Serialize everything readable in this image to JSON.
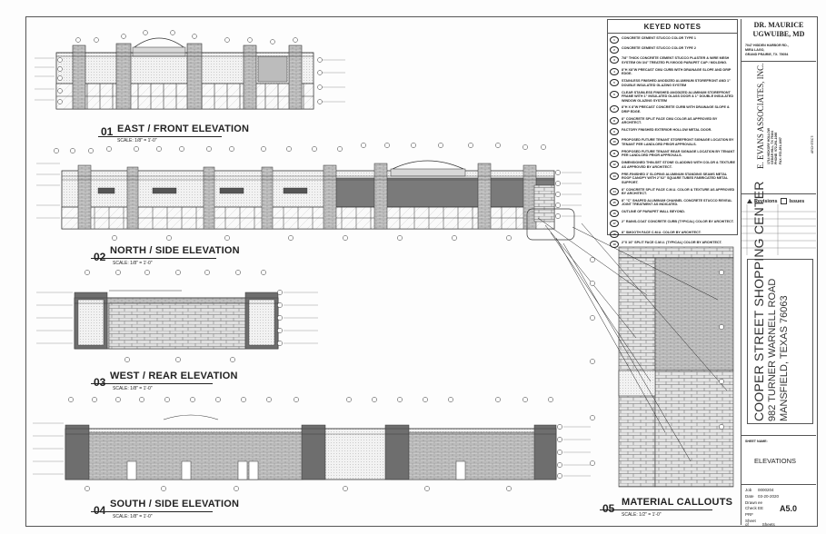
{
  "keyed_notes": {
    "title": "KEYED NOTES",
    "items": [
      {
        "num": "1",
        "text": "CONCRETE CEMENT STUCCO COLOR TYPE 1"
      },
      {
        "num": "2",
        "text": "CONCRETE CEMENT STUCCO COLOR TYPE 2"
      },
      {
        "num": "3",
        "text": "7/8\" THICK CONCRETE CEMENT STUCCO PLASTER & WIRE MESH SYSTEM ON 3/4\" TREATED PLYWOOD PARAPET CAP / MOLDING."
      },
      {
        "num": "4",
        "text": "8\"H X8\"W PRECAST CMU CURB WITH DRAINAGE SLOPE AND DRIP EDGE."
      },
      {
        "num": "5",
        "text": "STAINLESS FINISHED ANODIZED ALUMINUM STOREFRONT AND 1\" DOUBLE INSULATED GLAZING SYSTEM"
      },
      {
        "num": "6",
        "text": "CLEAR STAINLESS FINISHED ANODIZED ALUMINUM STOREFRONT FRAME WITH 1\" INSULATED GLASS DOOR & 1\" DOUBLE INSULATED WINDOW GLAZING SYSTEM"
      },
      {
        "num": "7",
        "text": "8\"H X 8\"W PRECAST CONCRETE CURB WITH DRAINAGE SLOPE & DRIP EDGE."
      },
      {
        "num": "8",
        "text": "8\" CONCRETE SPLIT FACE CMU COLOR AS APPROVED BY ARCHITECT."
      },
      {
        "num": "9",
        "text": "FACTORY FINISHED EXTERIOR HOLLOW METAL DOOR."
      },
      {
        "num": "10",
        "text": "PROPOSED FUTURE TENANT STOREFRONT SIGNAGE LOCATION BY TENANT PER LANDLORD PRIOR APPROVALS."
      },
      {
        "num": "11",
        "text": "PROPOSED FUTURE TENANT REAR SIGNAGE LOCATION BY TENANT PER LANDLORD PRIOR APPROVALS."
      },
      {
        "num": "12",
        "text": "DIMENSIONED THIN-SET STONE CLADDING WITH COLOR & TEXTURE AS APPROVED BY ARCHITECT."
      },
      {
        "num": "13",
        "text": "PRE-FINISHED 3' SLOPING ALUMINUM STANDING SEAMS METAL ROOF CANOPY WITH 2\"X2\" SQUARE TUBES FABRICATED METAL SUPPORT."
      },
      {
        "num": "14",
        "text": "8\" CONCRETE SPLIT FACE C.M.U. COLOR & TEXTURE AS APPROVED BY ARCHITECT."
      },
      {
        "num": "15",
        "text": "8\" \"C\" SHAPED ALUMINUM CHANNEL CONCRETE STUCCO REVEAL JOINT TREATMENT AS INDICATED."
      },
      {
        "num": "16",
        "text": "OUTLINE OF PARAPET WALL BEYOND."
      },
      {
        "num": "17",
        "text": "2\" RAINS-COAT CONCRETE CURB (TYPICAL) COLOR BY ARCHITECT."
      },
      {
        "num": "18",
        "text": "8\" SMOOTH FACE C.M.U. COLOR BY ARCHITECT."
      },
      {
        "num": "19",
        "text": "2\"X 16\" SPLIT FACE C.M.U. (TYPICAL) COLOR BY ARCHITECT."
      }
    ]
  },
  "title_block": {
    "client_name": "DR. MAURICE UGWUIBE, MD",
    "client_address": [
      "7047 HIDDEN HARBOR RD.,",
      "MIRA LAGO,",
      "GRAND PRAIRIE, TX. 75054"
    ],
    "firm_name": "E. EVANS ASSOCIATES, INC.",
    "firm_address": [
      "1714 HICKORY HOLLOW",
      "CEDAR HILL, TX 75104",
      "PHONE: 972-291-1066",
      "FAX: 972-291-1067"
    ],
    "architect_label": "ARCHITECT:",
    "revisions_label": "Revisions",
    "issues_label": "Issues",
    "project_line1": "COOPER STREET SHOPPING CENTER",
    "project_line2": "982 TURNER WARNELL ROAD",
    "project_line3": "MANSFIELD, TEXAS 76063",
    "sheet_name_label": "SHEET NAME:",
    "sheet_name": "ELEVATIONS",
    "info": [
      {
        "k": "Job",
        "v": "0000204"
      },
      {
        "k": "Date",
        "v": "03-20-2020"
      },
      {
        "k": "Drawn",
        "v": "ee"
      },
      {
        "k": "Check",
        "v": "EE"
      },
      {
        "k": "PRF",
        "v": ""
      }
    ],
    "sheet_label": "Sheet",
    "sheet_number": "A5.0",
    "sheets_of_label": "of",
    "sheets_label": "Sheets"
  },
  "views": [
    {
      "num": "01",
      "title": "EAST / FRONT ELEVATION",
      "scale": "SCALE: 1/8\" = 1'-0\""
    },
    {
      "num": "02",
      "title": "NORTH / SIDE ELEVATION",
      "scale": "SCALE: 1/8\" = 1'-0\""
    },
    {
      "num": "03",
      "title": "WEST / REAR ELEVATION",
      "scale": "SCALE: 1/8\" = 1'-0\""
    },
    {
      "num": "04",
      "title": "SOUTH / SIDE ELEVATION",
      "scale": "SCALE: 1/8\" = 1'-0\""
    },
    {
      "num": "05",
      "title": "MATERIAL CALLOUTS",
      "scale": "SCALE: 1/2\" = 1'-0\""
    }
  ]
}
